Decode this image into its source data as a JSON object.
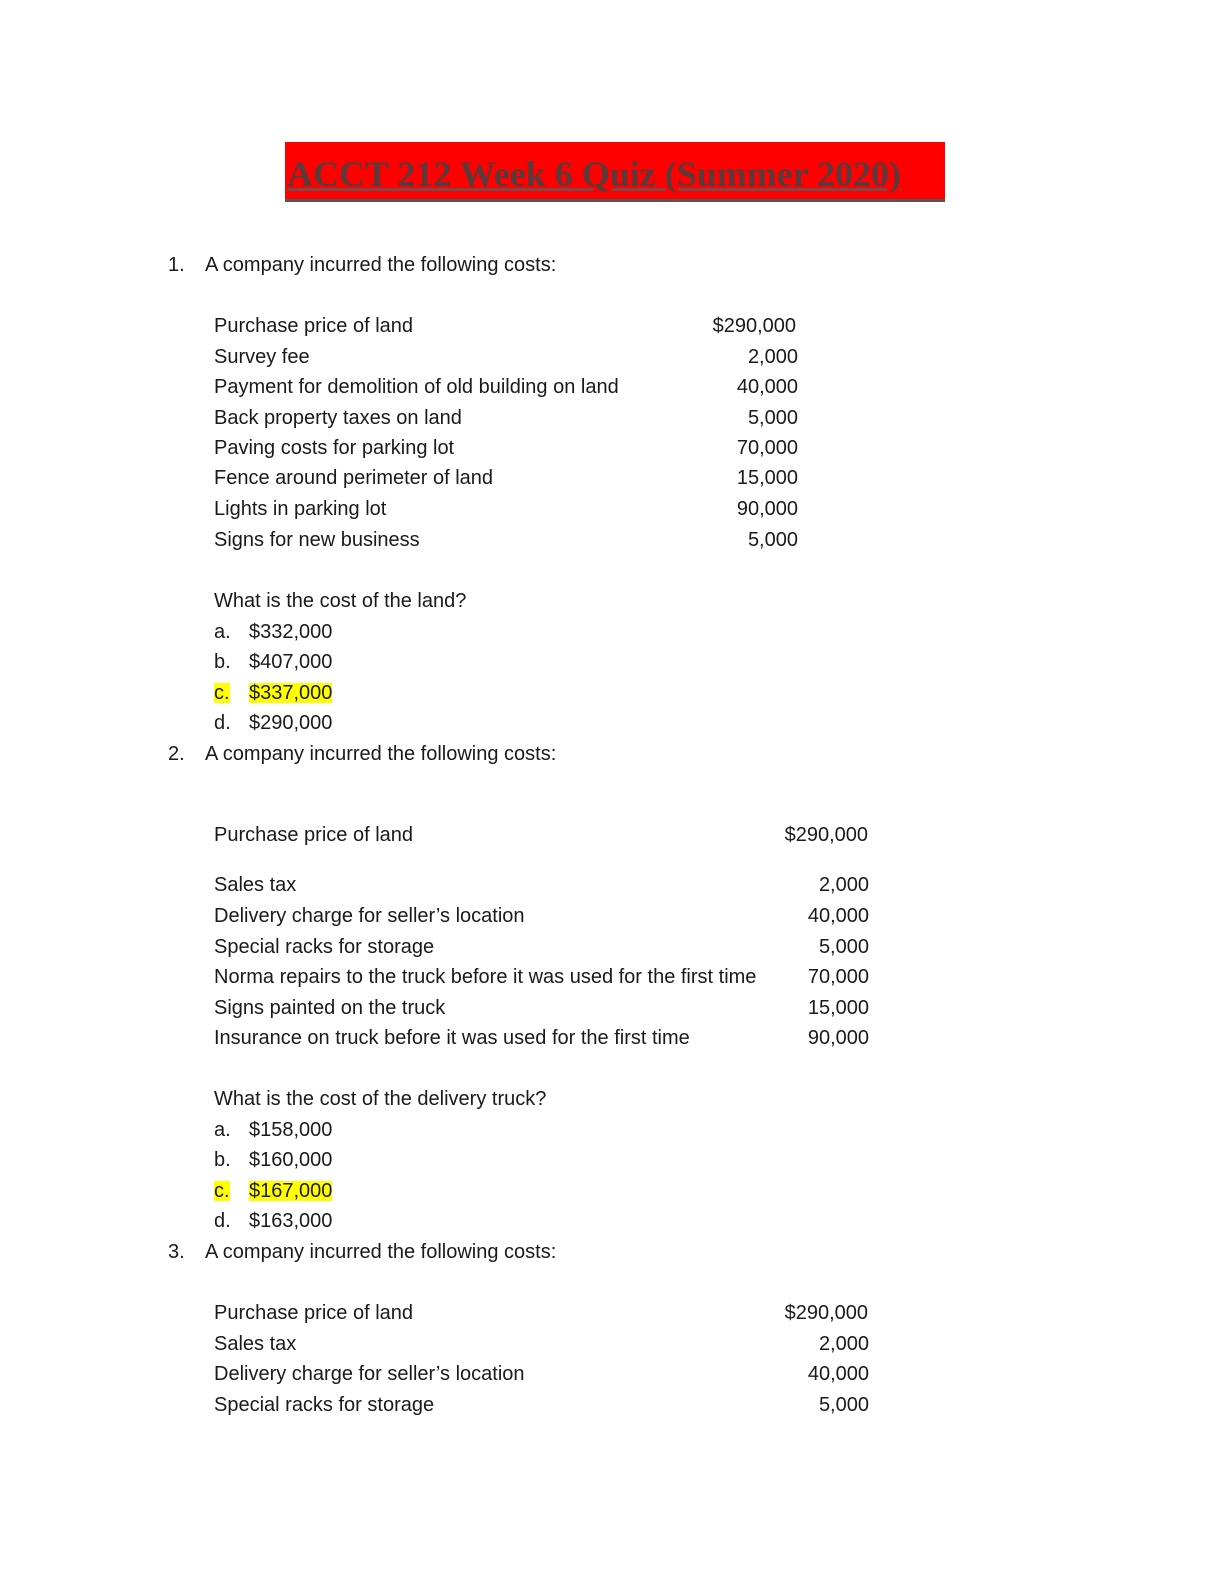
{
  "title": "ACCT 212 Week 6 Quiz (Summer 2020)",
  "questions": [
    {
      "number": "1.",
      "prompt": "A company incurred the following costs:",
      "costs": [
        {
          "label": "Purchase price of land",
          "amount": "$290,000"
        },
        {
          "label": "Survey fee",
          "amount": "2,000"
        },
        {
          "label": "Payment for demolition of old building on land",
          "amount": "40,000"
        },
        {
          "label": "Back property taxes on land",
          "amount": "5,000"
        },
        {
          "label": "Paving costs for parking lot",
          "amount": "70,000"
        },
        {
          "label": "Fence around perimeter of land",
          "amount": "15,000"
        },
        {
          "label": "Lights in parking lot",
          "amount": "90,000"
        },
        {
          "label": "Signs for new business",
          "amount": "5,000"
        }
      ],
      "question": "What is the cost of the land?",
      "choices": [
        {
          "letter": "a.",
          "text": "$332,000"
        },
        {
          "letter": "b.",
          "text": "$407,000"
        },
        {
          "letter": "c.",
          "text": "$337,000"
        },
        {
          "letter": "d.",
          "text": "$290,000"
        }
      ]
    },
    {
      "number": "2.",
      "prompt": "A company incurred the following costs:",
      "costs": [
        {
          "label": "Purchase price of land",
          "amount": "$290,000"
        },
        {
          "label": "Sales tax",
          "amount": "2,000"
        },
        {
          "label": "Delivery charge for seller’s location",
          "amount": "40,000"
        },
        {
          "label": "Special racks for storage",
          "amount": "5,000"
        },
        {
          "label": "Norma repairs to the truck before it was used for the first time",
          "amount": "70,000"
        },
        {
          "label": "Signs painted on the truck",
          "amount": "15,000"
        },
        {
          "label": "Insurance on truck before it was used for the first time",
          "amount": "90,000"
        }
      ],
      "question": "What is the cost of the delivery truck?",
      "choices": [
        {
          "letter": "a.",
          "text": "$158,000"
        },
        {
          "letter": "b.",
          "text": "$160,000"
        },
        {
          "letter": "c.",
          "text": "$167,000"
        },
        {
          "letter": "d.",
          "text": "$163,000"
        }
      ]
    },
    {
      "number": "3.",
      "prompt": "A company incurred the following costs:",
      "costs": [
        {
          "label": "Purchase price of land",
          "amount": "$290,000"
        },
        {
          "label": "Sales tax",
          "amount": "2,000"
        },
        {
          "label": "Delivery charge for seller’s location",
          "amount": "40,000"
        },
        {
          "label": "Special racks for storage",
          "amount": "5,000"
        }
      ]
    }
  ],
  "highlight_color": "#ffff00",
  "title_bg_color": "#ff0000"
}
